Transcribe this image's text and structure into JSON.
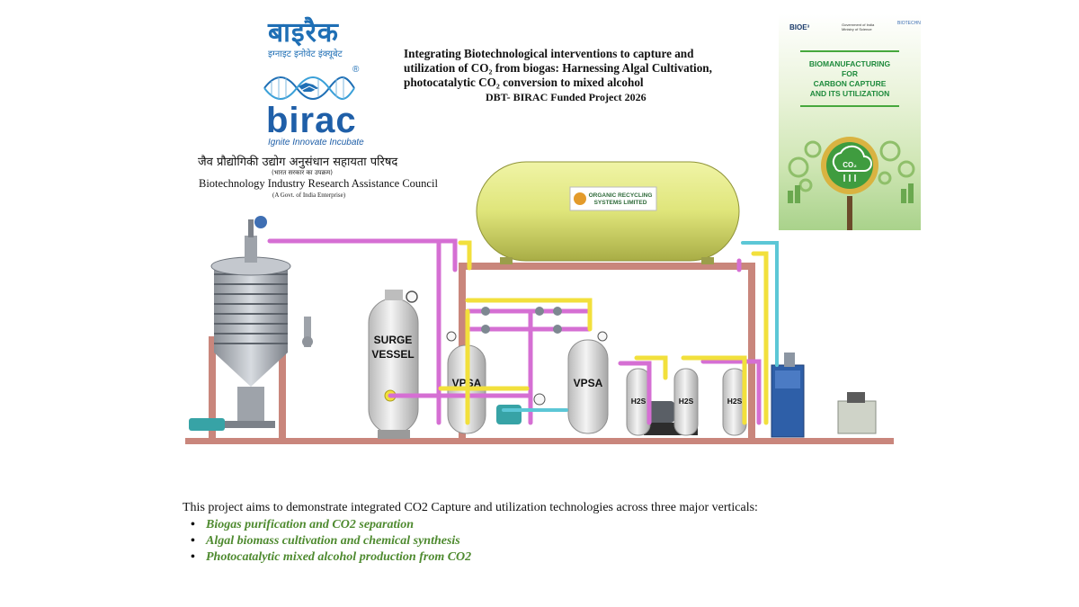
{
  "logo": {
    "hindi_brand": "बाइरैक",
    "hindi_tagline": "इग्नाइट इनोवेट इंक्यूबेट",
    "reg_mark": "®",
    "name": "birac",
    "tagline": "Ignite Innovate Incubate",
    "council_hindi": "जैव प्रौद्योगिकी उद्योग अनुसंधान सहायता परिषद",
    "govt_hindi": "(भारत सरकार का उपक्रम)",
    "council_english": "Biotechnology Industry Research Assistance Council",
    "govt_english": "(A Govt. of India Enterprise)"
  },
  "title": {
    "lines": [
      "Integrating Biotechnological interventions to capture and",
      "utilization of CO₂ from biogas: Harnessing Algal Cultivation,",
      "photocatalytic CO₂ conversion to mixed alcohol"
    ],
    "subtitle": "DBT- BIRAC Funded Project 2026"
  },
  "diagram": {
    "tank_label_1": "ORGANIC RECYCLING",
    "tank_label_2": "SYSTEMS LIMITED",
    "surge_vessel_1": "SURGE",
    "surge_vessel_2": "VESSEL",
    "vpsa_left": "VPSA",
    "vpsa_right": "VPSA",
    "h2s_labels": [
      "H2S",
      "H2S",
      "H2S"
    ]
  },
  "brochure": {
    "logo_1": "BIOE³",
    "logo_2": "Government of India Ministry of Science",
    "logo_3": "BIOTECHNOLOGY",
    "title_lines": [
      "BIOMANUFACTURING",
      "FOR",
      "CARBON CAPTURE",
      "AND ITS UTILIZATION"
    ],
    "badge": "CO₂"
  },
  "intro": "This project aims to demonstrate integrated CO2 Capture and utilization technologies across three major verticals:",
  "verticals": [
    "Biogas purification and CO2 separation",
    "Algal biomass cultivation and chemical synthesis",
    "Photocatalytic mixed alcohol production from CO2"
  ],
  "colors": {
    "birac_blue": "#1f6fb5",
    "vertical_green": "#4e8a2f",
    "pipe_pink": "#d56fd3",
    "pipe_yellow": "#f2e03c",
    "pipe_cyan": "#5cc7d6",
    "frame": "#c9867c",
    "tank_yellow": "#dfe57a",
    "vessel_grey": "#dcdcdc"
  }
}
